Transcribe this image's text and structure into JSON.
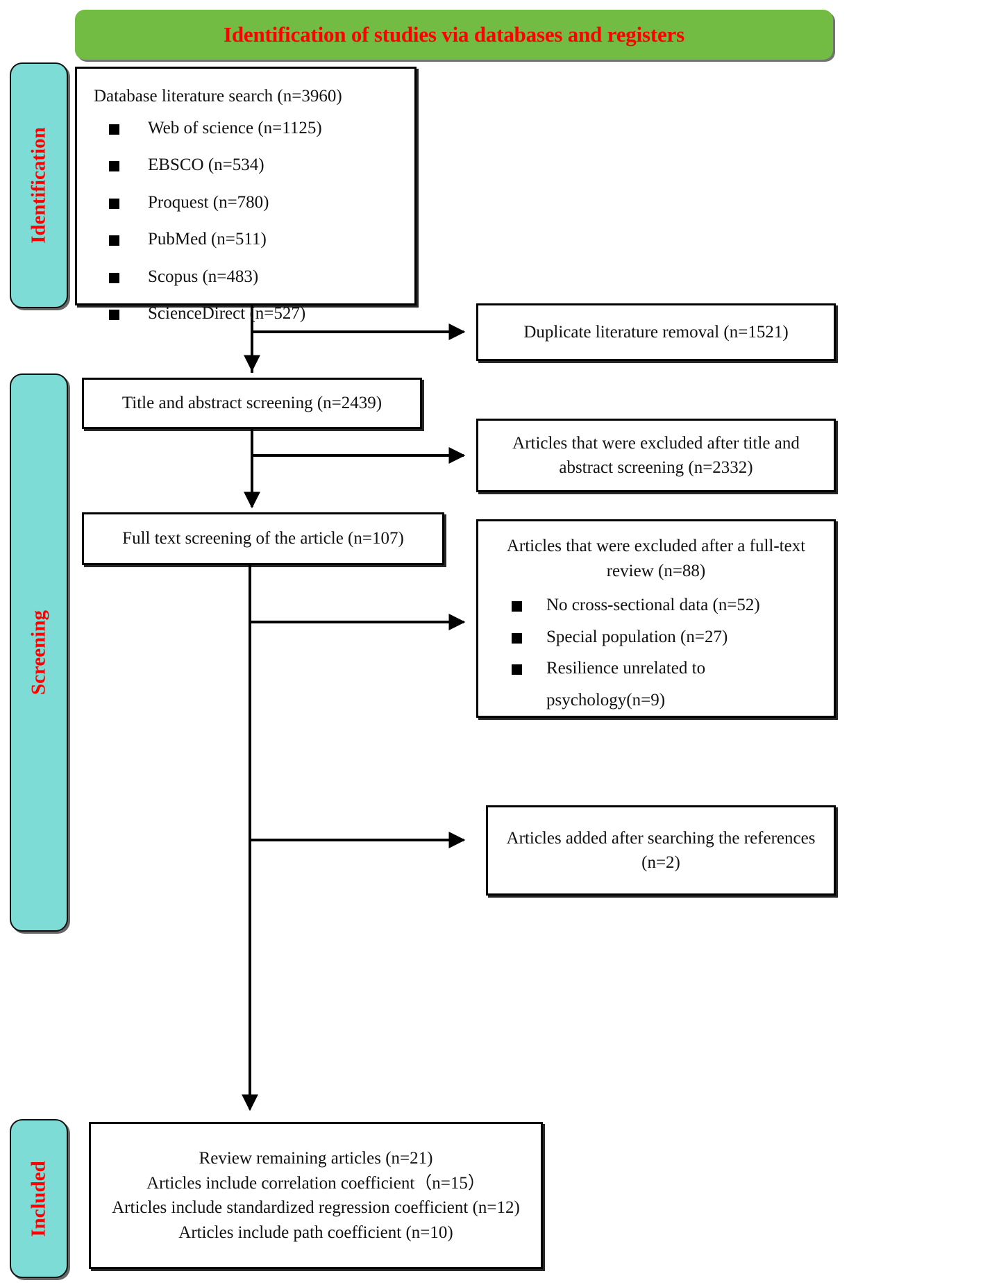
{
  "header": {
    "title": "Identification of studies via databases and registers",
    "background_color": "#72bc44",
    "text_color": "#ff0000"
  },
  "stages": {
    "identification": {
      "label": "Identification"
    },
    "screening": {
      "label": "Screening"
    },
    "included": {
      "label": "Included"
    },
    "background_color": "#7dddd6",
    "text_color": "#ff0000"
  },
  "boxes": {
    "database_search": {
      "heading": "Database literature search (n=3960)",
      "sources": [
        "Web of science (n=1125)",
        "EBSCO (n=534)",
        "Proquest (n=780)",
        "PubMed (n=511)",
        "Scopus (n=483)",
        "ScienceDirect (n=527)"
      ]
    },
    "duplicate_removal": {
      "text": "Duplicate literature removal (n=1521)"
    },
    "title_abstract_screening": {
      "text": "Title and abstract screening (n=2439)"
    },
    "excluded_title_abstract": {
      "line1": "Articles that were excluded after title and",
      "line2": "abstract screening (n=2332)"
    },
    "fulltext_screening": {
      "text": "Full text screening of the article (n=107)"
    },
    "excluded_fulltext": {
      "line1": "Articles that were excluded after a full-text",
      "line2": "review (n=88)",
      "reasons": [
        "No cross-sectional data (n=52)",
        "Special population (n=27)",
        "Resilience unrelated to",
        "psychology(n=9)"
      ]
    },
    "references_added": {
      "line1": "Articles added after searching the references",
      "line2": "(n=2)"
    },
    "included_summary": {
      "lines": [
        "Review remaining articles (n=21)",
        "Articles include correlation coefficient（n=15）",
        "Articles include standardized regression coefficient (n=12)",
        "Articles include path coefficient (n=10)"
      ]
    }
  },
  "chart_data": {
    "type": "diagram",
    "title": "Identification of studies via databases and registers",
    "nodes": [
      {
        "id": "database_search",
        "stage": "Identification",
        "n": 3960,
        "breakdown": {
          "Web of science": 1125,
          "EBSCO": 534,
          "Proquest": 780,
          "PubMed": 511,
          "Scopus": 483,
          "ScienceDirect": 527
        }
      },
      {
        "id": "duplicate_removal",
        "stage": "Identification",
        "n": 1521
      },
      {
        "id": "title_abstract_screening",
        "stage": "Screening",
        "n": 2439
      },
      {
        "id": "excluded_title_abstract",
        "stage": "Screening",
        "n": 2332
      },
      {
        "id": "fulltext_screening",
        "stage": "Screening",
        "n": 107
      },
      {
        "id": "excluded_fulltext",
        "stage": "Screening",
        "n": 88,
        "breakdown": {
          "No cross-sectional data": 52,
          "Special population": 27,
          "Resilience unrelated to psychology": 9
        }
      },
      {
        "id": "references_added",
        "stage": "Screening",
        "n": 2
      },
      {
        "id": "included_summary",
        "stage": "Included",
        "n": 21,
        "breakdown": {
          "correlation coefficient": 15,
          "standardized regression coefficient": 12,
          "path coefficient": 10
        }
      }
    ],
    "edges": [
      {
        "from": "database_search",
        "to": "duplicate_removal"
      },
      {
        "from": "database_search",
        "to": "title_abstract_screening"
      },
      {
        "from": "title_abstract_screening",
        "to": "excluded_title_abstract"
      },
      {
        "from": "title_abstract_screening",
        "to": "fulltext_screening"
      },
      {
        "from": "fulltext_screening",
        "to": "excluded_fulltext"
      },
      {
        "from": "fulltext_screening",
        "to": "references_added"
      },
      {
        "from": "fulltext_screening",
        "to": "included_summary"
      }
    ]
  }
}
